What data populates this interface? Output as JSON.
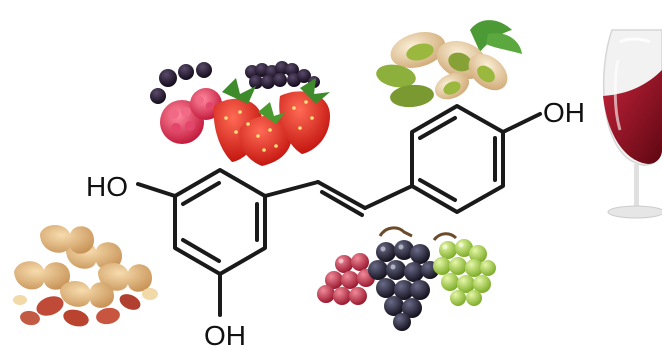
{
  "molecule": {
    "labels": {
      "hydroxyl_top_right": "OH",
      "hydroxyl_left": "HO",
      "hydroxyl_bottom": "OH"
    }
  },
  "illustrations": [
    {
      "id": "berries",
      "icon": "berries-icon"
    },
    {
      "id": "pistachios",
      "icon": "pistachio-icon"
    },
    {
      "id": "red-wine",
      "icon": "wine-glass-icon"
    },
    {
      "id": "grapes",
      "icon": "grapes-icon"
    },
    {
      "id": "peanuts",
      "icon": "peanut-icon"
    }
  ],
  "colors": {
    "bond": "#1a1a1a",
    "raspberry": "#d9304f",
    "strawberry": "#e3261f",
    "blackberry": "#2a1a33",
    "pistachio_shell": "#e7cfa3",
    "pistachio_kernel": "#8fae3c",
    "wine": "#8e0f1f",
    "grape_red": "#b5243a",
    "grape_black": "#1e1b2e",
    "grape_green": "#a6d04a",
    "peanut": "#e3b67a",
    "peanut_skin": "#c2503c"
  }
}
